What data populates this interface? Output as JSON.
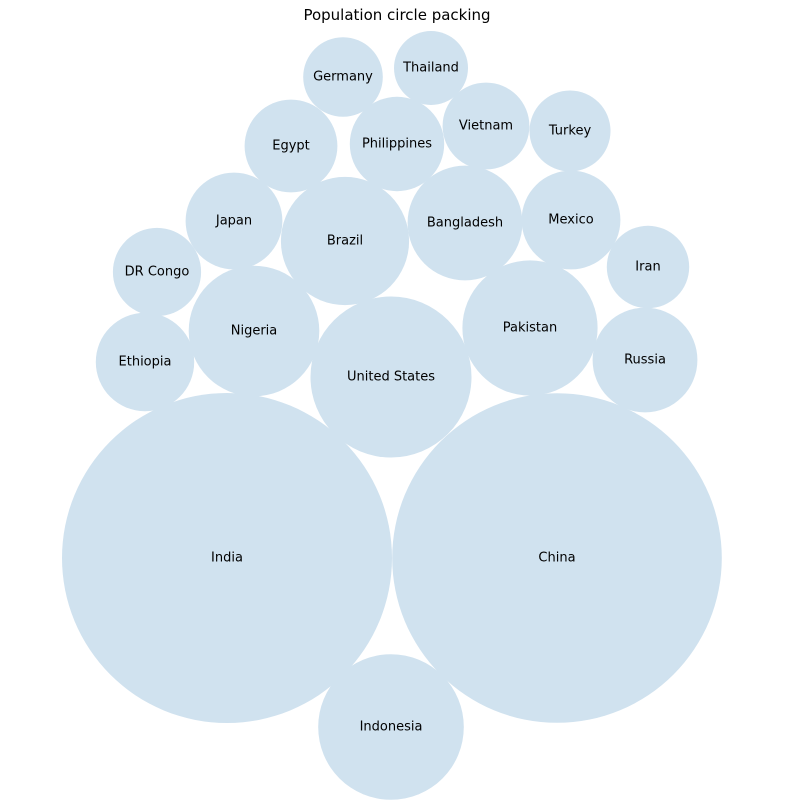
{
  "chart_data": {
    "type": "circle-packing",
    "title": "Population circle packing",
    "color": "#d0e2ef",
    "items": [
      {
        "name": "India",
        "value": 1429
      },
      {
        "name": "China",
        "value": 1426
      },
      {
        "name": "United States",
        "value": 340
      },
      {
        "name": "Indonesia",
        "value": 278
      },
      {
        "name": "Pakistan",
        "value": 240
      },
      {
        "name": "Nigeria",
        "value": 224
      },
      {
        "name": "Brazil",
        "value": 216
      },
      {
        "name": "Bangladesh",
        "value": 173
      },
      {
        "name": "Russia",
        "value": 144
      },
      {
        "name": "Mexico",
        "value": 128
      },
      {
        "name": "Ethiopia",
        "value": 127
      },
      {
        "name": "Japan",
        "value": 123
      },
      {
        "name": "Philippines",
        "value": 117
      },
      {
        "name": "Egypt",
        "value": 113
      },
      {
        "name": "DR Congo",
        "value": 102
      },
      {
        "name": "Vietnam",
        "value": 99
      },
      {
        "name": "Iran",
        "value": 89
      },
      {
        "name": "Turkey",
        "value": 86
      },
      {
        "name": "Germany",
        "value": 83
      },
      {
        "name": "Thailand",
        "value": 72
      }
    ]
  }
}
